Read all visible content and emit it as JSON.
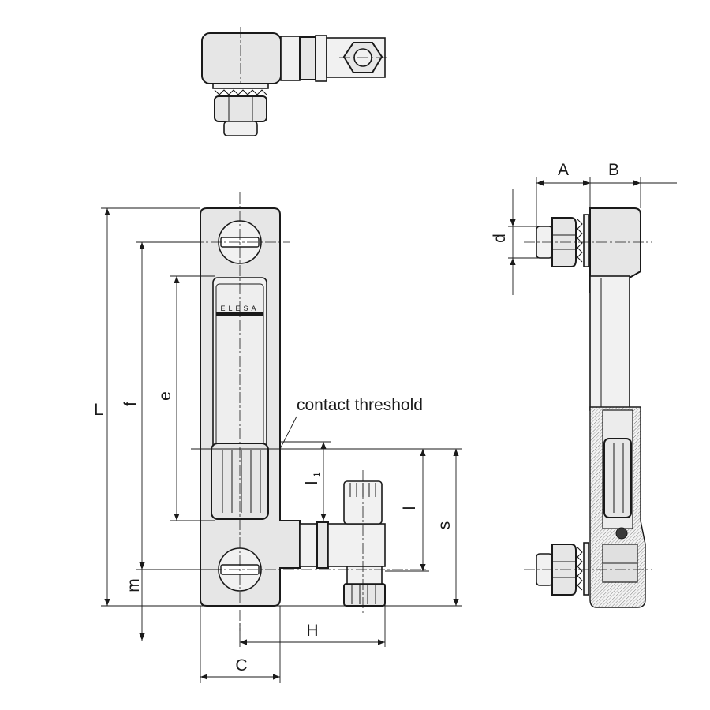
{
  "brand": "ELESA",
  "callout": "contact threshold",
  "dimensions": {
    "L": "L",
    "f": "f",
    "e": "e",
    "m": "m",
    "l1": "l",
    "l1_sub": "1",
    "l": "l",
    "s": "s",
    "H": "H",
    "C": "C",
    "A": "A",
    "B": "B",
    "d": "d"
  }
}
